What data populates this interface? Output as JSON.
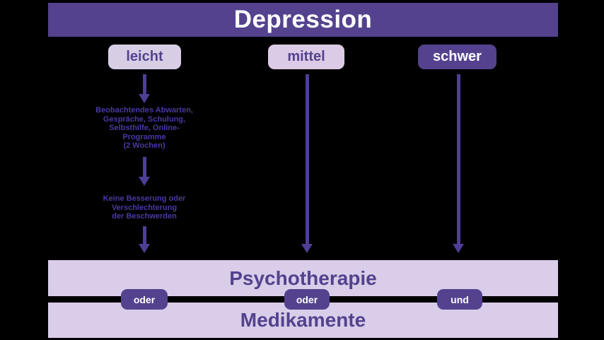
{
  "title": "Depression",
  "severity_levels": [
    {
      "label": "leicht"
    },
    {
      "label": "mittel"
    },
    {
      "label": "schwer"
    }
  ],
  "notes": {
    "watchful_waiting": "Beobachtendes Abwarten,\nGespräche, Schulung,\nSelbsthilfe, Online-\nProgramme\n(2 Wochen)",
    "no_improvement": "Keine Besserung oder\nVerschlechterung\nder Beschwerden"
  },
  "treatments": {
    "psychotherapy": "Psychotherapie",
    "medication": "Medikamente"
  },
  "connectors": [
    {
      "label": "oder"
    },
    {
      "label": "oder"
    },
    {
      "label": "und"
    }
  ],
  "colors": {
    "background": "#000000",
    "header_bg": "#54428E",
    "header_text": "#FFFFFF",
    "light_severity_bg": "#D7CEE6",
    "medium_severity_bg": "#DCCBE6",
    "dark_severity_bg": "#54428E",
    "panel_bg": "#D9CDE9",
    "arrow": "#4E3E95",
    "note_text": "#473AA3",
    "panel_text": "#54428E"
  }
}
